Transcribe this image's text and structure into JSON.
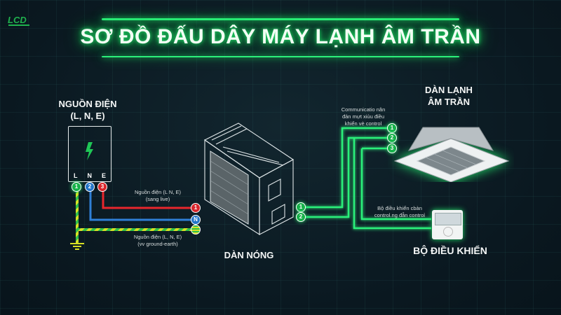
{
  "title": "SƠ ĐỒ ĐẤU DÂY MÁY LẠNH ÂM TRẦN",
  "logo": {
    "text": "LCD",
    "icon": "company-logo"
  },
  "power_source": {
    "title_line1": "NGUỒN ĐIỆN",
    "title_line2": "(L, N, E)",
    "icon": "lightning-bolt-icon",
    "terminals": [
      {
        "label": "L",
        "number": "1",
        "color": "#17b24a"
      },
      {
        "label": "N",
        "number": "2",
        "color": "#2475c9"
      },
      {
        "label": "E",
        "number": "3",
        "color": "#d8262c"
      }
    ]
  },
  "wires": {
    "live_note_line1": "Nguồn điện (L N, E)",
    "live_note_line2": "(sang live)",
    "earth_note_line1": "Nguồn điện (L, N, E)",
    "earth_note_line2": "(vv ground-earth)",
    "outdoor_inputs": [
      {
        "symbol": "1",
        "color": "#d8262c"
      },
      {
        "symbol": "N",
        "color": "#2475c9"
      },
      {
        "symbol": "⏚",
        "color": "#d7e024"
      }
    ],
    "colors": {
      "live": "#e8262c",
      "neutral": "#2f7fd6",
      "earth_a": "#d7e024",
      "earth_b": "#2fbf4a",
      "comm": "#2cf07a"
    }
  },
  "outdoor_unit": {
    "label": "DÀN NÓNG",
    "terminals": [
      "1",
      "2"
    ]
  },
  "indoor_unit": {
    "label_line1": "DÀN LẠNH",
    "label_line2": "ÂM TRẦN",
    "terminals": [
      "1",
      "2",
      "3"
    ],
    "comm_note_line1": "Communicatio nân",
    "comm_note_line2": "đản mựt xiủu điều",
    "comm_note_line3": "khiển vè control"
  },
  "controller": {
    "label": "BỘ ĐIỀU KHIỂN",
    "note_line1": "Bộ điều khiển cbàn",
    "note_line2": "control.ng đẫn controỉ"
  }
}
